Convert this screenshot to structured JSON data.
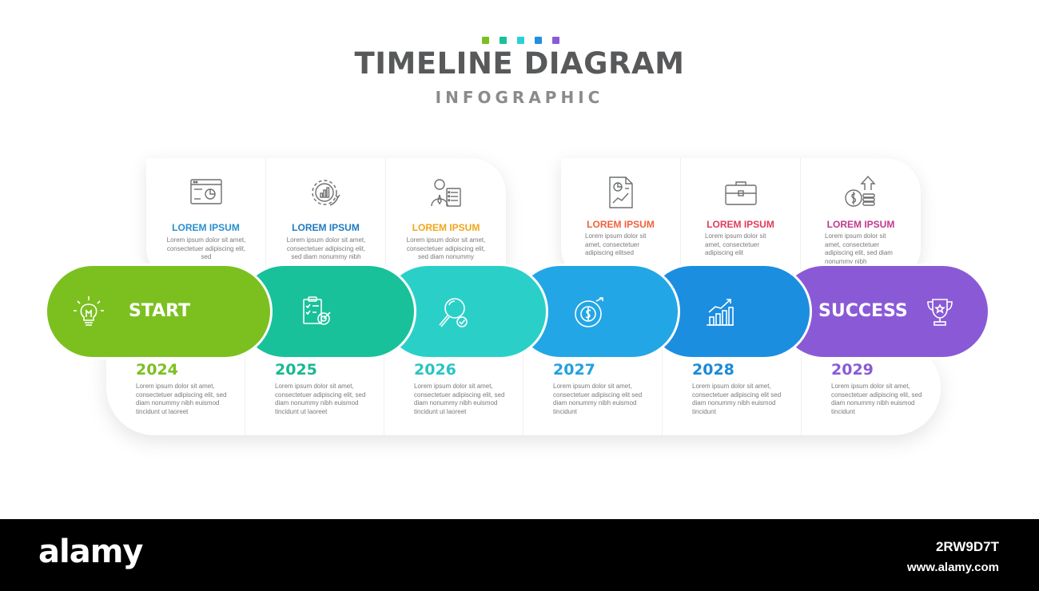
{
  "header": {
    "title": "TIMELINE DIAGRAM",
    "subtitle": "INFOGRAPHIC",
    "dot_colors": [
      "#7cc020",
      "#18c19a",
      "#2ad0d8",
      "#1f8fe0",
      "#8a5ad6"
    ]
  },
  "top_cards": [
    {
      "title": "LOREM IPSUM",
      "body": "Lorem ipsum dolor sit amet, consectetuer adipiscing elit, sed",
      "color": "#2a8fcf",
      "icon": "browser-chart-icon"
    },
    {
      "title": "LOREM IPSUM",
      "body": "Lorem ipsum dolor sit amet, consectetuer adipiscing elit, sed diam nonummy nibh",
      "color": "#1f7ac0",
      "icon": "gear-chart-icon"
    },
    {
      "title": "LOREM IPSUM",
      "body": "Lorem ipsum dolor sit amet, consectetuer adipiscing elit, sed diam nonummy",
      "color": "#f2a51d",
      "icon": "businessman-checklist-icon"
    },
    {
      "title": "LOREM IPSUM",
      "body": "Lorem ipsum dolor sit amet, consectetuer adipiscing elitsed",
      "color": "#f0613a",
      "icon": "report-document-icon"
    },
    {
      "title": "LOREM IPSUM",
      "body": "Lorem ipsum dolor sit amet, consectetuer adipiscing elit",
      "color": "#e23a5b",
      "icon": "briefcase-icon"
    },
    {
      "title": "LOREM IPSUM",
      "body": "Lorem ipsum dolor sit amet, consectetuer adipiscing elit, sed diam nonummy nibh",
      "color": "#c2388f",
      "icon": "coins-growth-icon"
    }
  ],
  "band": {
    "start_label": "START",
    "success_label": "SUCCESS",
    "segments": [
      {
        "color": "#7cc020",
        "icon": "lightbulb-icon"
      },
      {
        "color": "#18c19a",
        "icon": "checklist-target-icon"
      },
      {
        "color": "#2ad0c8",
        "icon": "magnifier-check-icon"
      },
      {
        "color": "#23a6e6",
        "icon": "dollar-cycle-icon"
      },
      {
        "color": "#1b8ee0",
        "icon": "growth-chart-icon"
      },
      {
        "color": "#8a5ad6",
        "icon": "trophy-icon"
      }
    ]
  },
  "milestones": [
    {
      "year": "2024",
      "text": "Lorem ipsum dolor sit amet, consectetuer adipiscing elit, sed diam nonummy nibh euismod tincidunt ut laoreet",
      "color": "#7cc020"
    },
    {
      "year": "2025",
      "text": "Lorem ipsum dolor sit amet, consectetuer adipiscing elit, sed diam nonummy nibh euismod tincidunt ut laoreet",
      "color": "#18b992"
    },
    {
      "year": "2026",
      "text": "Lorem ipsum dolor sit amet, consectetuer adipiscing elit, sed diam nonummy nibh euismod tincidunt ut laoreet",
      "color": "#2ac4c4"
    },
    {
      "year": "2027",
      "text": "Lorem ipsum dolor sit amet, consectetuer adipiscing elit sed diam nonummy nibh euismod tincidunt",
      "color": "#23a0e0"
    },
    {
      "year": "2028",
      "text": "Lorem ipsum dolor sit amet, consectetuer adipiscing elit sed diam nonummy nibh euismod tincidunt",
      "color": "#1b8ad8"
    },
    {
      "year": "2029",
      "text": "Lorem ipsum dolor sit amet, consectetuer adipiscing elit, sed diam nonummy nibh euismod tincidunt",
      "color": "#8a5ad6"
    }
  ],
  "footer": {
    "brand": "alamy",
    "image_id": "2RW9D7T",
    "site": "www.alamy.com"
  }
}
